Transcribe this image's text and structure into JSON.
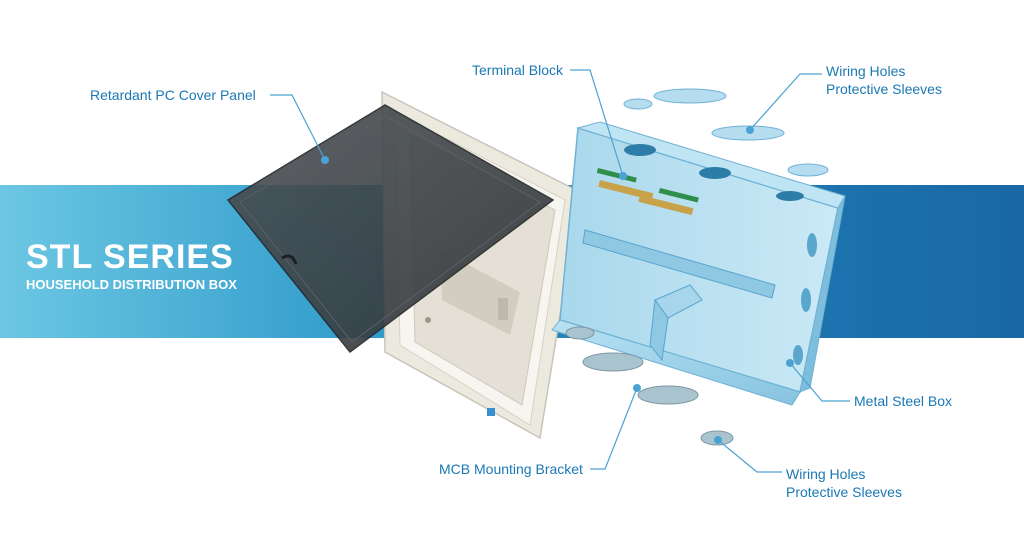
{
  "banner": {
    "title": "STL SERIES",
    "subtitle": "HOUSEHOLD DISTRIBUTION BOX"
  },
  "callouts": {
    "cover_panel": "Retardant PC Cover Panel",
    "terminal_block": "Terminal Block",
    "wiring_top_line1": "Wiring Holes",
    "wiring_top_line2": "Protective Sleeves",
    "metal_box": "Metal Steel Box",
    "mcb_bracket": "MCB Mounting Bracket",
    "wiring_bottom_line1": "Wiring Holes",
    "wiring_bottom_line2": "Protective Sleeves"
  },
  "colors": {
    "label": "#1b78b4",
    "band_start": "#6cc7e2",
    "band_end": "#1968a5",
    "steel_box": "#9fd3ea",
    "cover_glass": "#3f4448",
    "frame": "#e9e6dc"
  }
}
